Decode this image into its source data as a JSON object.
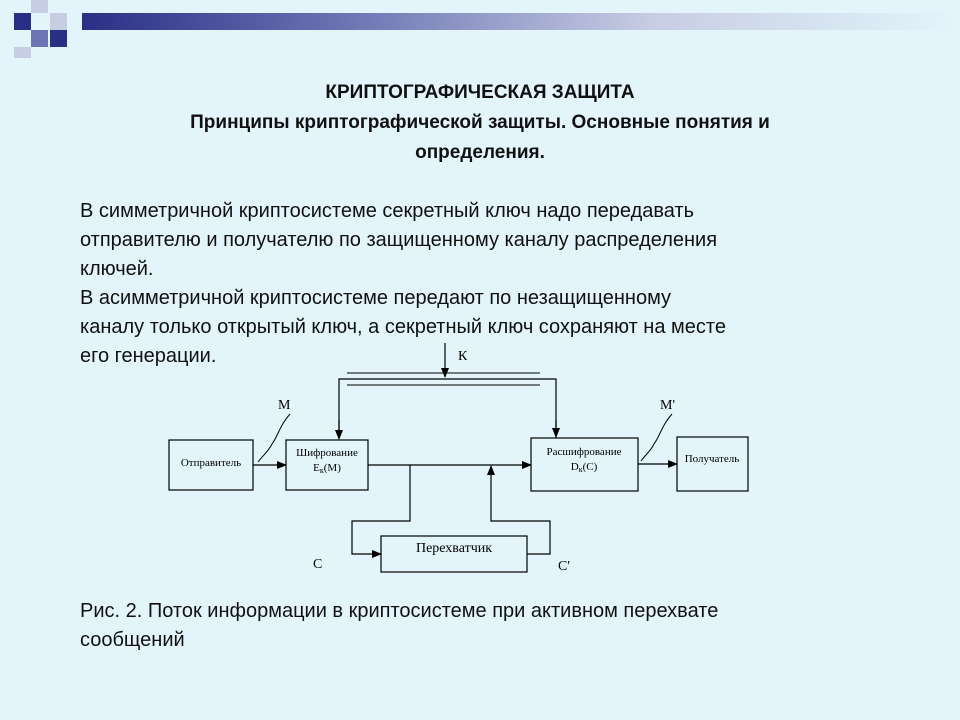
{
  "slide": {
    "title": "КРИПТОГРАФИЧЕСКАЯ ЗАЩИТА",
    "subtitle_line1": "Принципы криптографической защиты. Основные понятия и",
    "subtitle_line2": "определения.",
    "paragraph_lines": [
      "В симметричной  криптосистеме секретный ключ надо передавать",
      "отправителю и получателю по защищенному каналу распределения",
      "ключей.",
      "В асимметричной криптосистеме передают по незащищенному",
      "каналу только открытый ключ, а секретный ключ сохраняют на месте",
      "его генерации."
    ],
    "caption_lines": [
      "Рис. 2. Поток информации в криптосистеме при активном перехвате",
      "сообщений"
    ]
  },
  "diagram": {
    "labels": {
      "key": "К",
      "message_in": "М",
      "message_out": "М'",
      "cipher_in": "С",
      "cipher_out": "С'"
    },
    "boxes": {
      "sender": "Отправитель",
      "encrypt_line1": "Шифрование",
      "encrypt_func": "E",
      "encrypt_sub": "к",
      "encrypt_arg": "(М)",
      "decrypt_line1": "Расшифрование",
      "decrypt_func": "D",
      "decrypt_sub": "к",
      "decrypt_arg": "(С)",
      "receiver": "Получатель",
      "interceptor": "Перехватчик"
    }
  },
  "colors": {
    "background": "#e3f5fb",
    "deco_dark": "#2a2f86",
    "deco_mid": "#6c74b3",
    "deco_light": "#c7cde3"
  }
}
